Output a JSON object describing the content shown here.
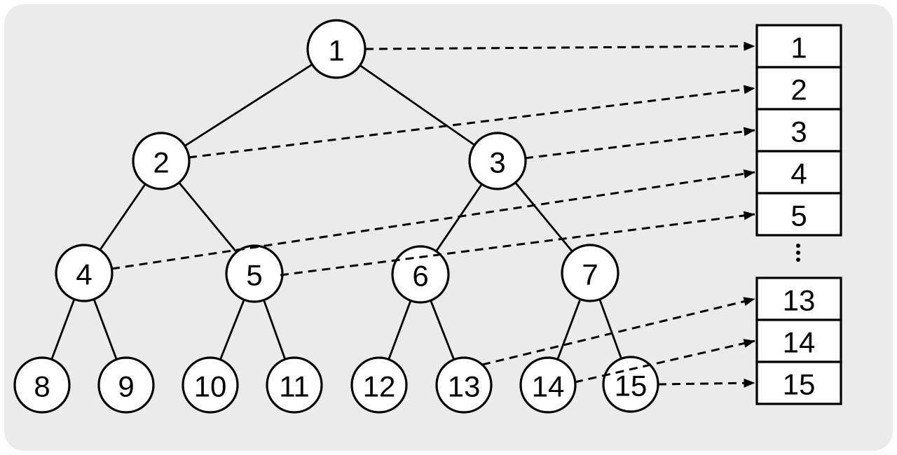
{
  "colors": {
    "page_background": "#ffffff",
    "panel_background": "#ebebeb",
    "line": "#000000",
    "node_fill": "#ffffff",
    "text": "#000000"
  },
  "tree": {
    "nodes": [
      "1",
      "2",
      "3",
      "4",
      "5",
      "6",
      "7",
      "8",
      "9",
      "10",
      "11",
      "12",
      "13",
      "14",
      "15"
    ]
  },
  "array": {
    "top_cells": [
      "1",
      "2",
      "3",
      "4",
      "5"
    ],
    "ellipsis": "⋮",
    "bottom_cells": [
      "13",
      "14",
      "15"
    ]
  }
}
